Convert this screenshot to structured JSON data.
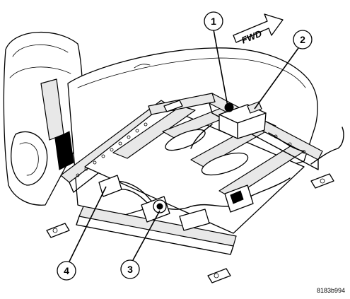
{
  "diagram": {
    "direction_label": "FWD",
    "figure_id": "8183b994",
    "callouts": [
      {
        "id": "1",
        "label": "1"
      },
      {
        "id": "2",
        "label": "2"
      },
      {
        "id": "3",
        "label": "3"
      },
      {
        "id": "4",
        "label": "4"
      }
    ]
  }
}
